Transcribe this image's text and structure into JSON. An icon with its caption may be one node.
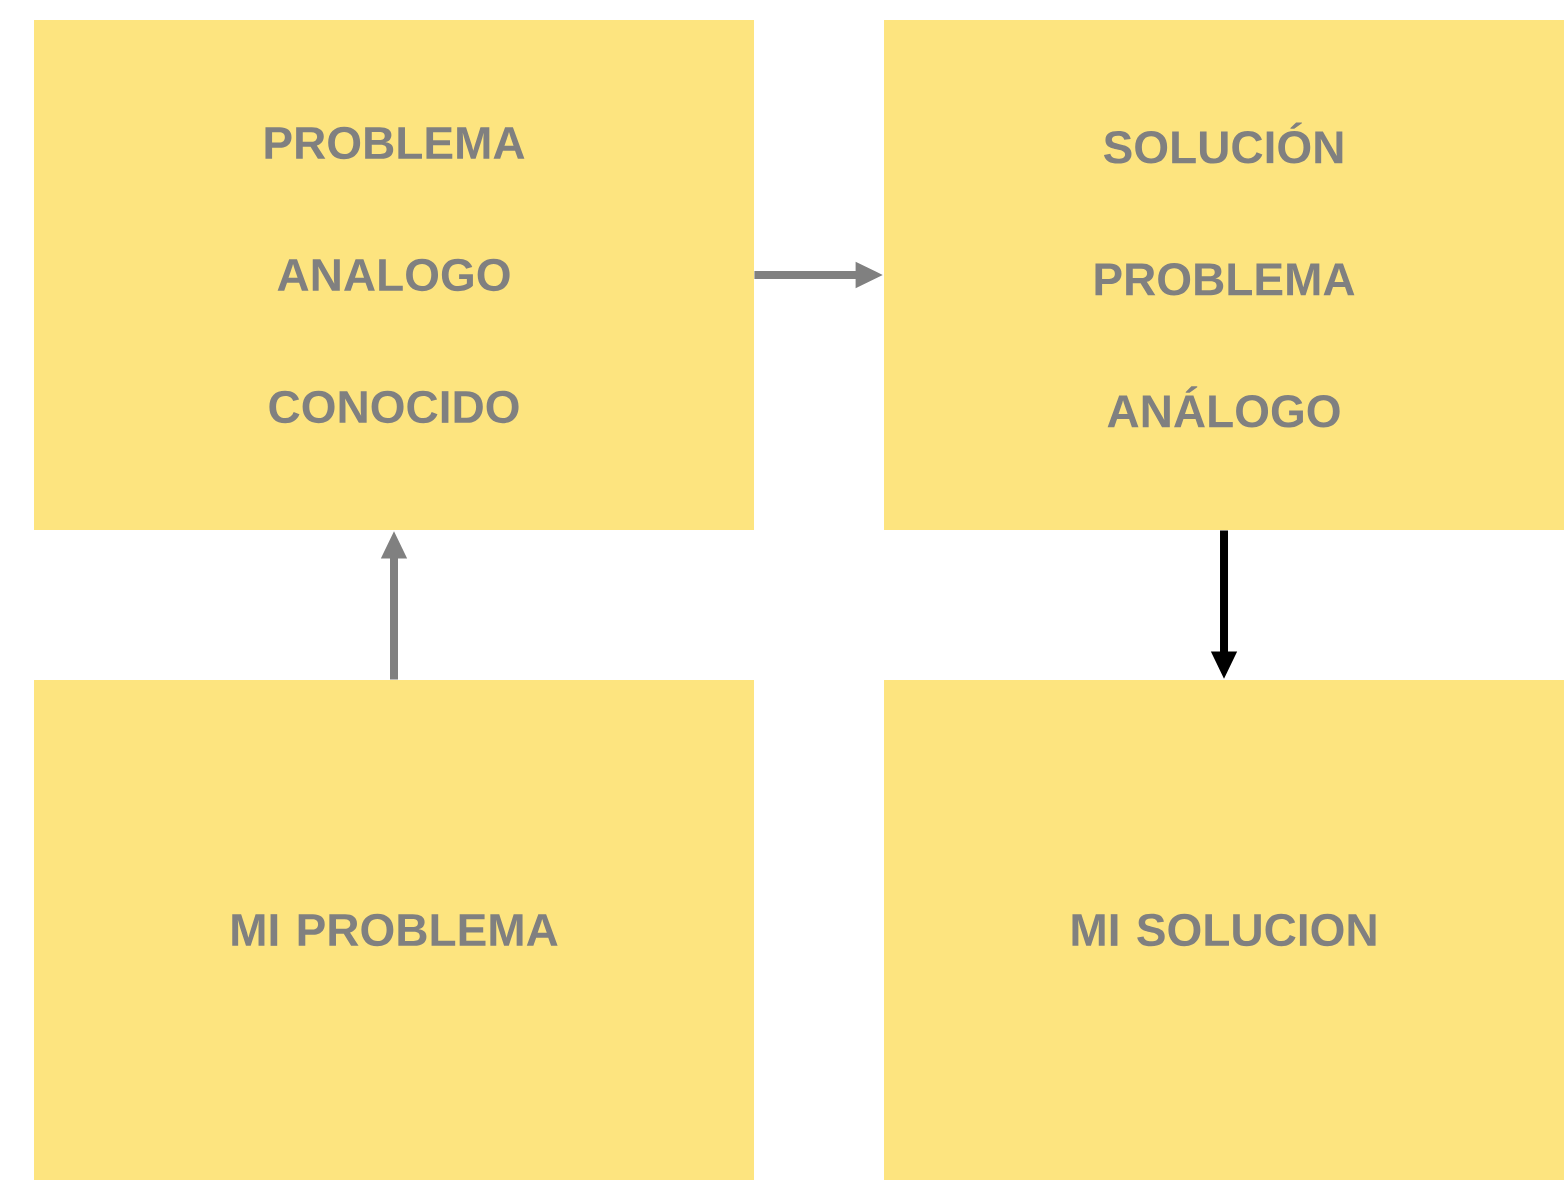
{
  "diagram": {
    "nodes": [
      {
        "text": [
          "PROBLEMA ANALOGO CONOCIDO"
        ]
      },
      {
        "text": [
          "SOLUCIÓN PROBLEMA ANÁLOGO"
        ]
      },
      {
        "text": [
          "MI PROBLEMA"
        ]
      },
      {
        "text": [
          "MI SOLUCION"
        ]
      }
    ],
    "edges": [
      {
        "from": 2,
        "to": 0,
        "arrow": "to"
      },
      {
        "from": 0,
        "to": 1,
        "arrow": "to"
      },
      {
        "from": 1,
        "to": 3,
        "arrow": "to",
        "color": "#000000"
      }
    ]
  }
}
